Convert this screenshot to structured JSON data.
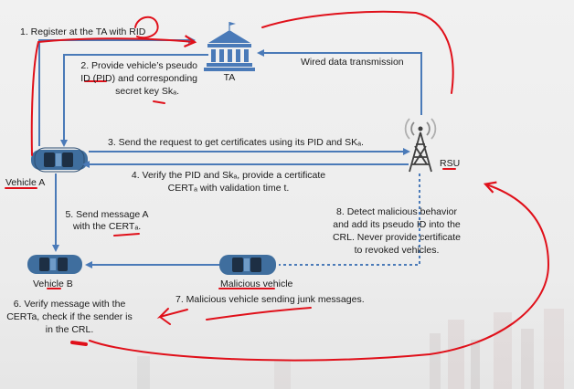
{
  "diagram": {
    "nodes": {
      "ta": "TA",
      "rsu": "RSU",
      "vehicle_a": "Vehicle A",
      "vehicle_b": "Vehicle B",
      "malicious": "Malicious vehicle"
    },
    "steps": {
      "s1": "1. Register at the TA with RID",
      "s2_l1": "2. Provide vehicle’s pseudo",
      "s2_l2": "ID (PID) and corresponding",
      "s2_l3": "secret key Skₐ.",
      "wired": "Wired data transmission",
      "s3": "3. Send the request to get certificates using its PID and SKₐ.",
      "s4_l1": "4. Verify the PID and Skₐ, provide a certificate",
      "s4_l2": "CERTₐ with validation time t.",
      "s5_l1": "5. Send message A",
      "s5_l2": "with the CERTₐ.",
      "s6_l1": "6. Verify message with the",
      "s6_l2": "CERTa, check if the sender is",
      "s6_l3": "in the CRL.",
      "s7": "7. Malicious vehicle sending junk messages.",
      "s8_l1": "8. Detect malicious behavior",
      "s8_l2": "and add its pseudo ID into the",
      "s8_l3": "CRL. Never provide certificate",
      "s8_l4": "to revoked vehicles."
    },
    "colors": {
      "arrow": "#4a7ab8",
      "annotation": "#e0101a",
      "car": "#3f6e9e"
    },
    "icons": [
      "government-building-icon",
      "radio-tower-icon",
      "car-icon"
    ]
  }
}
